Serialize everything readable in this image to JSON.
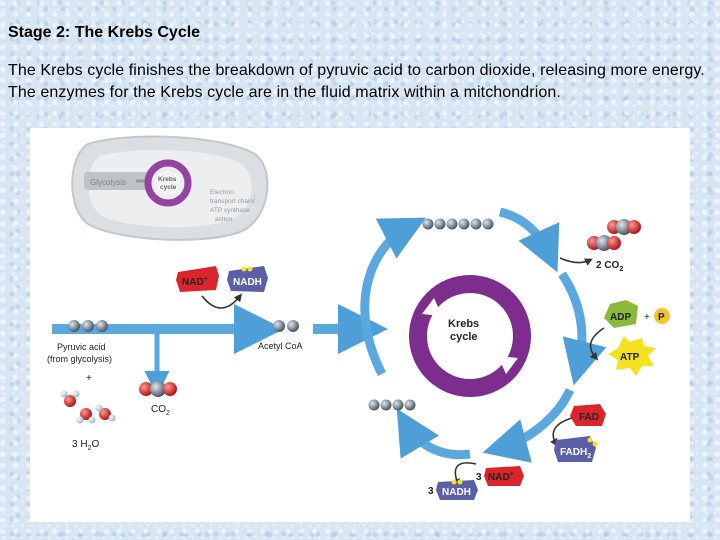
{
  "slide": {
    "title": "Stage 2: The Krebs Cycle",
    "body": "The Krebs cycle finishes the breakdown of pyruvic acid to carbon dioxide, releasing more energy. The enzymes for the Krebs cycle are in the fluid matrix within a mitchondrion."
  },
  "diagram": {
    "inset": {
      "glycolysis": "Glycolysis",
      "krebs_line1": "Krebs",
      "krebs_line2": "cycle",
      "etc_line1": "Electron",
      "etc_line2": "transport chain/",
      "etc_line3": "ATP synthase",
      "etc_line4": "action"
    },
    "pyruvic_line1": "Pyruvic acid",
    "pyruvic_line2": "(from glycolysis)",
    "plus": "+",
    "co2_left": "CO",
    "co2_sub": "2",
    "water_coef": "3 H",
    "water_sub": "2",
    "water_o": "O",
    "nad_plus": "NAD",
    "nad_sup": "+",
    "nadh": "NADH",
    "acetyl_coa": "Acetyl CoA",
    "krebs_center_1": "Krebs",
    "krebs_center_2": "cycle",
    "co2_right": "2 CO",
    "co2_right_sub": "2",
    "adp": "ADP",
    "plus_p": "+",
    "p": "P",
    "atp": "ATP",
    "fad": "FAD",
    "fadh": "FADH",
    "fadh_sub": "2",
    "coef3": "3",
    "nad_bottom": "NAD",
    "nad_bottom_sup": "+",
    "coef3b": "3",
    "nadh_bottom": "NADH"
  },
  "colors": {
    "flow_blue": "#5aa8de",
    "krebs_purple": "#7d2e8c",
    "nad_red": "#d9252b",
    "nadh_purple": "#5b5fa8",
    "adp_green": "#8ab93b",
    "atp_yellow": "#f4e11f"
  }
}
